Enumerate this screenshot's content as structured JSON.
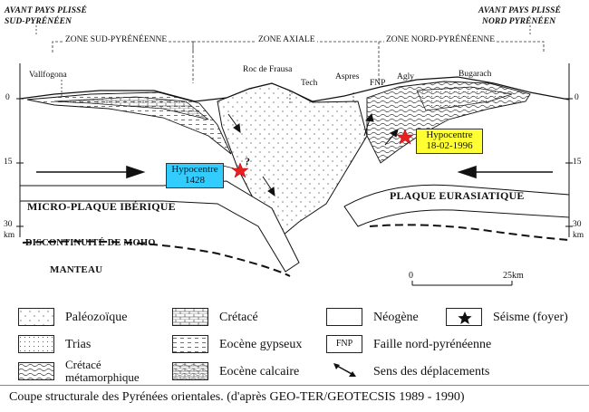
{
  "figure": {
    "avant_pays_sud": [
      "AVANT PAYS PLISSÉ",
      "SUD-PYRÉNÉEN"
    ],
    "avant_pays_nord": [
      "AVANT PAYS PLISSÉ",
      "NORD PYRÉNÉEN"
    ],
    "zones": {
      "sud": "ZONE SUD-PYRÉNÉENNE",
      "axiale": "ZONE AXIALE",
      "nord": "ZONE NORD-PYRÉNÉENNE"
    },
    "places": {
      "valfogona": "Vallfogona",
      "roc": "Roc de Frausa",
      "tech": "Tech",
      "aspres": "Aspres",
      "fnp": "FNP",
      "agly": "Agly",
      "bugarach": "Bugarach"
    },
    "depth_left": {
      "d0": "0",
      "d15": "15",
      "d30": "30",
      "km": "km"
    },
    "depth_right": {
      "d0": "0",
      "d15": "15",
      "d30": "30",
      "km": "km"
    },
    "plates": {
      "iberique": "MICRO-PLAQUE IBÉRIQUE",
      "eurasiatique": "PLAQUE EURASIATIQUE",
      "moho": "DISCONTINUITÉ DE MOHO",
      "manteau": "MANTEAU"
    },
    "hypocentre_1428": {
      "line1": "Hypocentre",
      "line2": "1428",
      "color": "#33ccff"
    },
    "hypocentre_1996": {
      "line1": "Hypocentre",
      "line2": "18-02-1996",
      "color": "#ffff33"
    },
    "question_mark": "?",
    "scale": {
      "start": "0",
      "end": "25km"
    },
    "star_color": "#e82020"
  },
  "legend": [
    {
      "key": "paleozoique",
      "label": "Paléozoïque"
    },
    {
      "key": "cretace",
      "label": "Crétacé"
    },
    {
      "key": "neogene",
      "label": "Néogène"
    },
    {
      "key": "seisme",
      "label": "Séisme (foyer)"
    },
    {
      "key": "trias",
      "label": "Trias"
    },
    {
      "key": "eocene_gypseux",
      "label": "Eocène gypseux"
    },
    {
      "key": "fnp",
      "label": "Faille nord-pyrénéenne",
      "swatch_text": "FNP"
    },
    {
      "key": "cretace_meta",
      "label": [
        "Crétacé",
        "métamorphique"
      ]
    },
    {
      "key": "eocene_calcaire",
      "label": "Eocène calcaire"
    },
    {
      "key": "deplacements",
      "label": "Sens des déplacements"
    }
  ],
  "caption": "Coupe structurale des Pyrénées orientales.  (d'après GEO-TER/GEOTECSIS 1989 - 1990)"
}
